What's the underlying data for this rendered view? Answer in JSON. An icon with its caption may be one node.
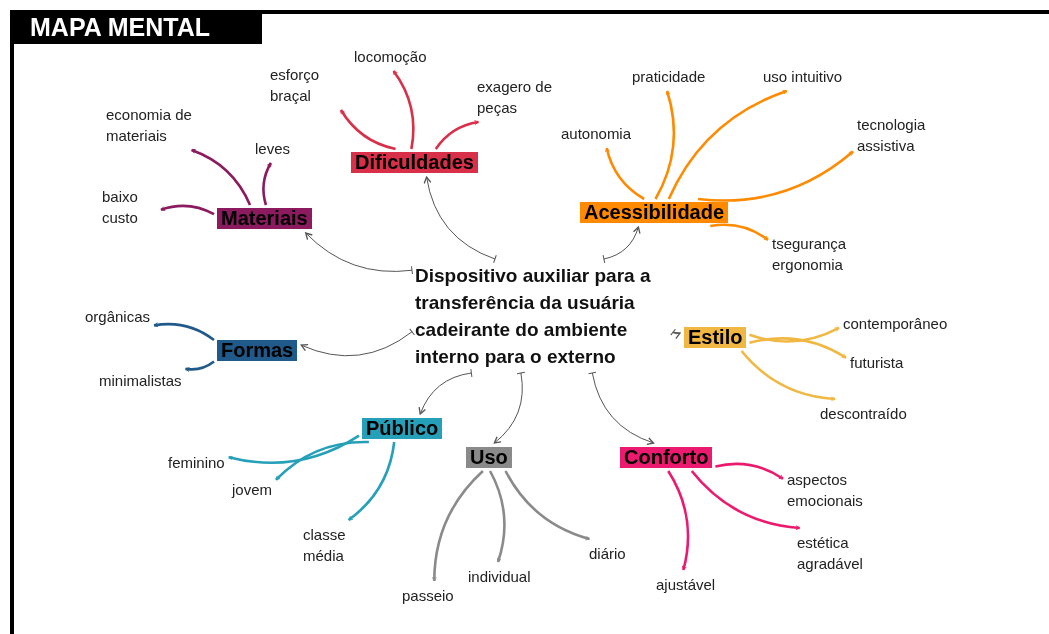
{
  "diagram": {
    "title": "MAPA MENTAL",
    "nodes": [
      {
        "text": [
          "Dispositivo auxiliar para a transferência da usuária cadeirante do ambiente interno para o externo"
        ]
      },
      {
        "text": [
          "Dificuldades"
        ]
      },
      {
        "text": [
          "esforço braçal"
        ]
      },
      {
        "text": [
          "locomoção"
        ]
      },
      {
        "text": [
          "exagero de peças"
        ]
      },
      {
        "text": [
          "Materiais"
        ]
      },
      {
        "text": [
          "economia de materiais"
        ]
      },
      {
        "text": [
          "leves"
        ]
      },
      {
        "text": [
          "baixo custo"
        ]
      },
      {
        "text": [
          "Acessibilidade"
        ]
      },
      {
        "text": [
          "autonomia"
        ]
      },
      {
        "text": [
          "praticidade"
        ]
      },
      {
        "text": [
          "uso intuitivo"
        ]
      },
      {
        "text": [
          "tecnologia assistiva"
        ]
      },
      {
        "text": [
          "tsegurança ergonomia"
        ]
      },
      {
        "text": [
          "Formas"
        ]
      },
      {
        "text": [
          "orgânicas"
        ]
      },
      {
        "text": [
          "minimalistas"
        ]
      },
      {
        "text": [
          "Estilo"
        ]
      },
      {
        "text": [
          "contemporâneo"
        ]
      },
      {
        "text": [
          "futurista"
        ]
      },
      {
        "text": [
          "descontraído"
        ]
      },
      {
        "text": [
          "Público"
        ]
      },
      {
        "text": [
          "feminino"
        ]
      },
      {
        "text": [
          "jovem"
        ]
      },
      {
        "text": [
          "classe média"
        ]
      },
      {
        "text": [
          "Uso"
        ]
      },
      {
        "text": [
          "passeio"
        ]
      },
      {
        "text": [
          "individual"
        ]
      },
      {
        "text": [
          "diário"
        ]
      },
      {
        "text": [
          "Conforto"
        ]
      },
      {
        "text": [
          "aspectos emocionais"
        ]
      },
      {
        "text": [
          "estética agradável"
        ]
      },
      {
        "text": [
          "ajustável"
        ]
      }
    ],
    "edges": [
      {
        "from": 0,
        "to": 1,
        "arrow": "to"
      },
      {
        "from": 0,
        "to": 5,
        "arrow": "to"
      },
      {
        "from": 0,
        "to": 9,
        "arrow": "to"
      },
      {
        "from": 0,
        "to": 15,
        "arrow": "to"
      },
      {
        "from": 0,
        "to": 18,
        "arrow": "to"
      },
      {
        "from": 0,
        "to": 22,
        "arrow": "to"
      },
      {
        "from": 0,
        "to": 26,
        "arrow": "to"
      },
      {
        "from": 0,
        "to": 30,
        "arrow": "to"
      },
      {
        "from": 1,
        "to": 2,
        "arrow": "to",
        "color": "#d9304a"
      },
      {
        "from": 1,
        "to": 3,
        "arrow": "to",
        "color": "#d9304a"
      },
      {
        "from": 1,
        "to": 4,
        "arrow": "to",
        "color": "#d9304a"
      },
      {
        "from": 5,
        "to": 6,
        "arrow": "to",
        "color": "#8b1a5e"
      },
      {
        "from": 5,
        "to": 7,
        "arrow": "to",
        "color": "#8b1a5e"
      },
      {
        "from": 5,
        "to": 8,
        "arrow": "to",
        "color": "#8b1a5e"
      },
      {
        "from": 9,
        "to": 10,
        "arrow": "to",
        "color": "#ff8a00"
      },
      {
        "from": 9,
        "to": 11,
        "arrow": "to",
        "color": "#ff8a00"
      },
      {
        "from": 9,
        "to": 12,
        "arrow": "to",
        "color": "#ff8a00"
      },
      {
        "from": 9,
        "to": 13,
        "arrow": "to",
        "color": "#ff8a00"
      },
      {
        "from": 9,
        "to": 14,
        "arrow": "to",
        "color": "#ff8a00"
      },
      {
        "from": 15,
        "to": 16,
        "arrow": "to",
        "color": "#1f5a8a"
      },
      {
        "from": 15,
        "to": 17,
        "arrow": "to",
        "color": "#1f5a8a"
      },
      {
        "from": 18,
        "to": 19,
        "arrow": "to",
        "color": "#f0b843"
      },
      {
        "from": 18,
        "to": 20,
        "arrow": "to",
        "color": "#f0b843"
      },
      {
        "from": 18,
        "to": 21,
        "arrow": "to",
        "color": "#f0b843"
      },
      {
        "from": 22,
        "to": 23,
        "arrow": "to",
        "color": "#26a0b8"
      },
      {
        "from": 22,
        "to": 24,
        "arrow": "to",
        "color": "#26a0b8"
      },
      {
        "from": 22,
        "to": 25,
        "arrow": "to",
        "color": "#26a0b8"
      },
      {
        "from": 26,
        "to": 27,
        "arrow": "to",
        "color": "#8a8a8a"
      },
      {
        "from": 26,
        "to": 28,
        "arrow": "to",
        "color": "#8a8a8a"
      },
      {
        "from": 26,
        "to": 29,
        "arrow": "to",
        "color": "#8a8a8a"
      },
      {
        "from": 30,
        "to": 31,
        "arrow": "to",
        "color": "#ec1a6e"
      },
      {
        "from": 30,
        "to": 32,
        "arrow": "to",
        "color": "#ec1a6e"
      },
      {
        "from": 30,
        "to": 33,
        "arrow": "to",
        "color": "#ec1a6e"
      }
    ]
  }
}
